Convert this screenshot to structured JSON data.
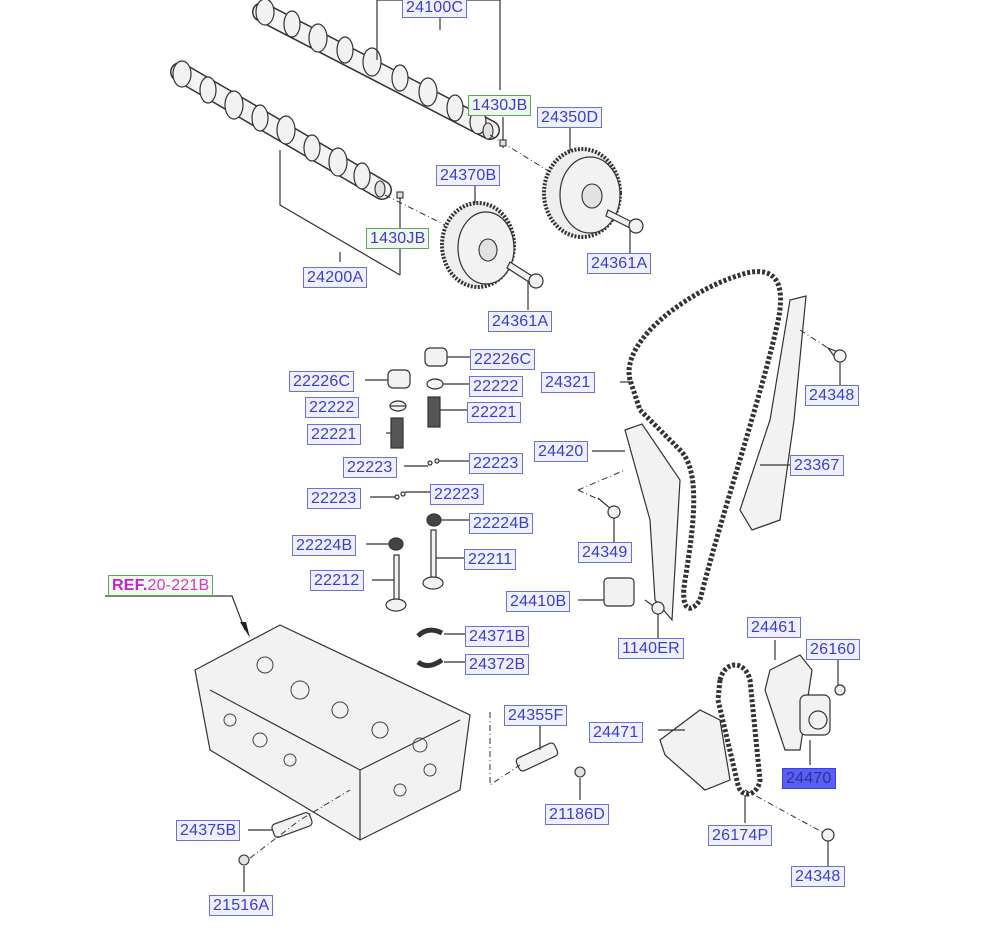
{
  "diagram": {
    "title": "Camshaft & Valve / Timing Chain exploded view",
    "reference": {
      "prefix": "REF.",
      "code": "20-221B"
    },
    "accent_colors": {
      "label_text": "#3b3ec9",
      "label_border": "#6b6fe0",
      "label_fill": "#eef0ff",
      "green_border": "#5aa85a",
      "ref_text": "#d33ad0",
      "selected_fill": "#5b5ff0"
    },
    "labels": {
      "l24100C": "24100C",
      "l1430JB_top": "1430JB",
      "l24350D": "24350D",
      "l24370B": "24370B",
      "l1430JB_bottom": "1430JB",
      "l24200A": "24200A",
      "l24361A_right": "24361A",
      "l24361A_left": "24361A",
      "l22226C_right": "22226C",
      "l22226C_left": "22226C",
      "l22222_right": "22222",
      "l22222_left": "22222",
      "l22221_right": "22221",
      "l22221_left": "22221",
      "l22223_a": "22223",
      "l22223_b": "22223",
      "l22223_c": "22223",
      "l22223_d": "22223",
      "l22224B_right": "22224B",
      "l22224B_left": "22224B",
      "l22211": "22211",
      "l22212": "22212",
      "l24321": "24321",
      "l24348_top": "24348",
      "l24420": "24420",
      "l23367": "23367",
      "l24349": "24349",
      "l24410B": "24410B",
      "l1140ER": "1140ER",
      "l24371B": "24371B",
      "l24372B": "24372B",
      "l24461": "24461",
      "l26160": "26160",
      "l24355F": "24355F",
      "l24471": "24471",
      "l24470": "24470",
      "l21186D": "21186D",
      "l26174P": "26174P",
      "l24348_bottom": "24348",
      "l24375B": "24375B",
      "l21516A": "21516A"
    },
    "selected_part": "24470"
  }
}
